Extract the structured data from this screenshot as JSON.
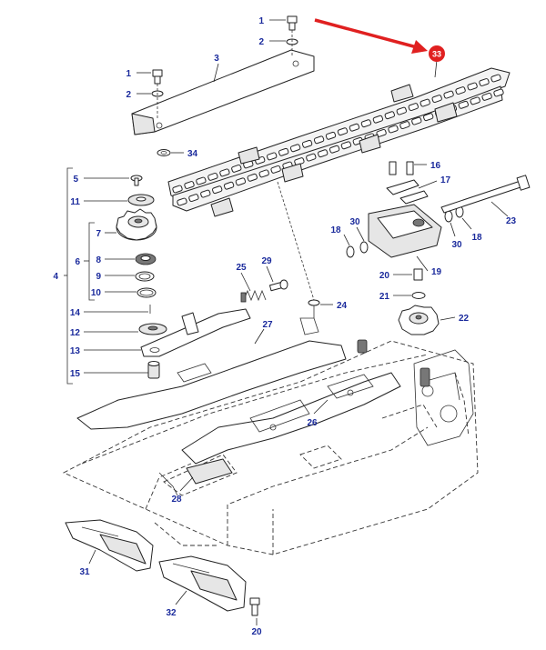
{
  "highlight": {
    "label": "33",
    "color": "#e02020"
  },
  "callout_color": "#1a2a9c",
  "callouts": {
    "c1a": "1",
    "c2a": "2",
    "c3": "3",
    "c1b": "1",
    "c2b": "2",
    "c34": "34",
    "c5": "5",
    "c11": "11",
    "c7": "7",
    "c6": "6",
    "c4": "4",
    "c8": "8",
    "c9": "9",
    "c10": "10",
    "c14": "14",
    "c12": "12",
    "c13": "13",
    "c15": "15",
    "c25": "25",
    "c29": "29",
    "c24": "24",
    "c27": "27",
    "c16": "16",
    "c17": "17",
    "c23": "23",
    "c18a": "18",
    "c30a": "30",
    "c30b": "30",
    "c18b": "18",
    "c20a": "20",
    "c19": "19",
    "c21": "21",
    "c22": "22",
    "c26": "26",
    "c28": "28",
    "c31": "31",
    "c32": "32",
    "c20b": "20"
  }
}
